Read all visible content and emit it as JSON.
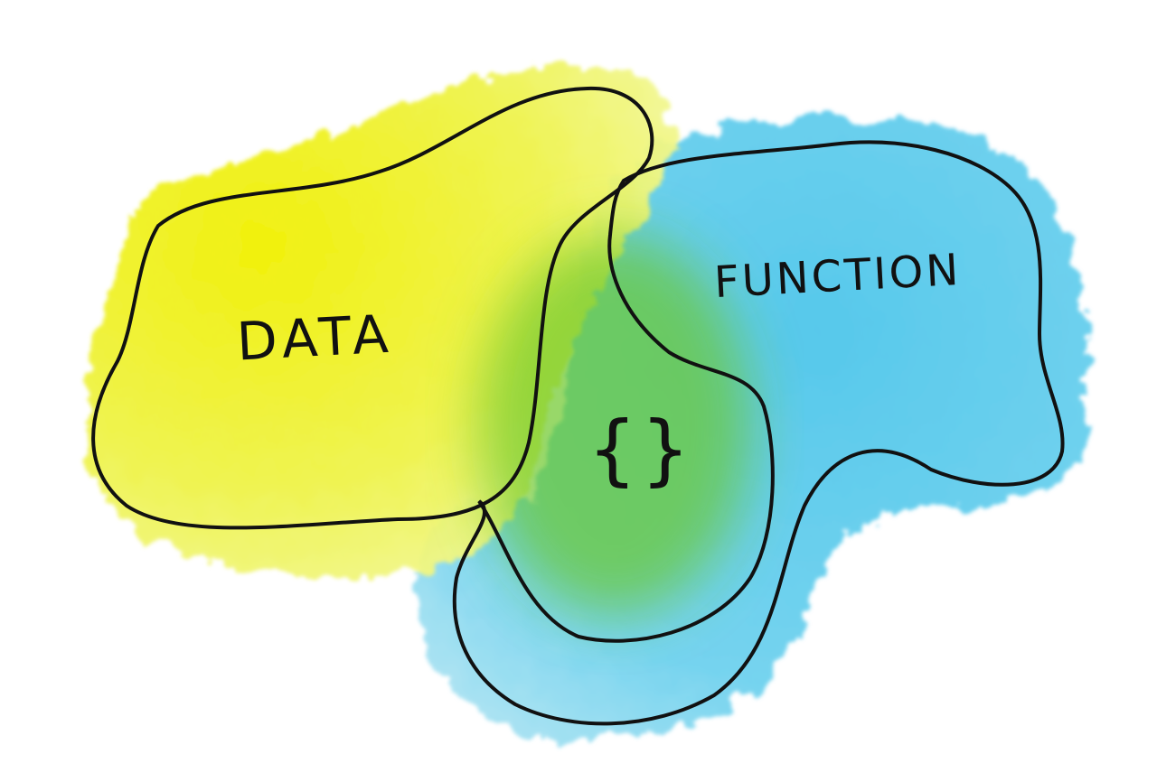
{
  "diagram": {
    "type": "venn",
    "style": "hand-drawn watercolor",
    "sets": [
      {
        "id": "data",
        "label": "DATA",
        "color": "#f2f21a"
      },
      {
        "id": "function",
        "label": "FUNCTION",
        "color": "#54c8e8"
      }
    ],
    "intersection": {
      "label": "{}",
      "color": "#8fd23a"
    },
    "outline_color": "#111111",
    "background": "#ffffff"
  }
}
